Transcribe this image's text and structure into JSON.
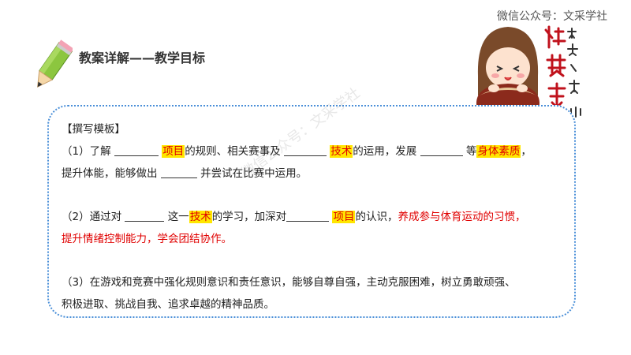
{
  "header": {
    "wechat": "微信公众号：文采学社",
    "title": "教案详解——教学目标",
    "mascot_text": "给大家一个栗子吖"
  },
  "template": {
    "heading": "【撰写模板】",
    "p1": {
      "a": "（1）了解",
      "b": "项目",
      "c": "的规则、相关赛事及",
      "d": "技术",
      "e": "的运用，发展",
      "f": "等",
      "g": "身体素质",
      "h": "，",
      "i": "提升体能，能够做出",
      "j": "并尝试在比赛中运用。"
    },
    "p2": {
      "a": "（2）通过对",
      "b": "这一",
      "c": "技术",
      "d": "的学习，加深对",
      "e": "项目",
      "f": "的认识，",
      "g": "养成参与体育运动的习惯，",
      "h": "提升情绪控制能力，学会团结协作。"
    },
    "p3": {
      "a": "（3）在游戏和竞赛中强化规则意识和责任意识，能够自尊自强，主动克服困难，树立勇敢顽强、",
      "b": "积极进取、挑战自我、追求卓越的精神品质。"
    }
  },
  "watermark": "微信公众号：文采学社",
  "colors": {
    "highlight": "#ffe600",
    "red": "#e00000",
    "border": "#4a8fd8"
  }
}
